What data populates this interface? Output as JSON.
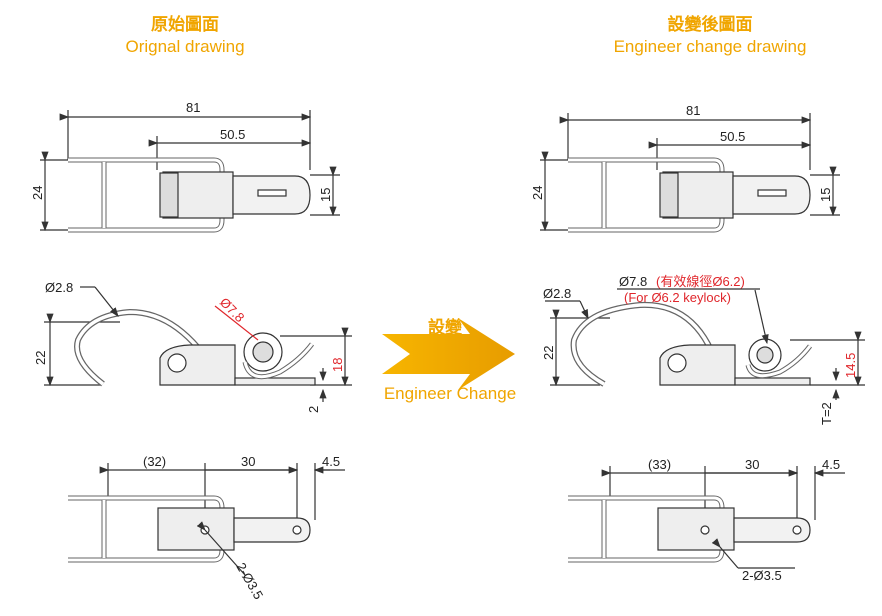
{
  "left_title": {
    "zh": "原始圖面",
    "en": "Orignal drawing"
  },
  "right_title": {
    "zh": "設變後圖面",
    "en": "Engineer change drawing"
  },
  "center": {
    "zh": "設變",
    "en": "Engineer Change"
  },
  "colors": {
    "accent": "#f0a500",
    "red": "#e0262b",
    "line": "#333333"
  },
  "left": {
    "top": {
      "d1": "81",
      "d2": "50.5",
      "h1": "24",
      "h2": "15"
    },
    "side": {
      "wire": "Ø2.8",
      "ring": "Ø7.8",
      "h": "22",
      "h2": "18",
      "t": "2"
    },
    "bottom": {
      "a": "(32)",
      "b": "30",
      "c": "4.5",
      "holes": "2-Ø3.5"
    }
  },
  "right": {
    "top": {
      "d1": "81",
      "d2": "50.5",
      "h1": "24",
      "h2": "15"
    },
    "side": {
      "wire": "Ø2.8",
      "ring": "Ø7.8",
      "ring_note": "(有效線徑Ø6.2)",
      "ring_note2": "(For Ø6.2 keylock)",
      "h": "22",
      "h2": "14.5",
      "t": "T=2"
    },
    "bottom": {
      "a": "(33)",
      "b": "30",
      "c": "4.5",
      "holes": "2-Ø3.5"
    }
  }
}
